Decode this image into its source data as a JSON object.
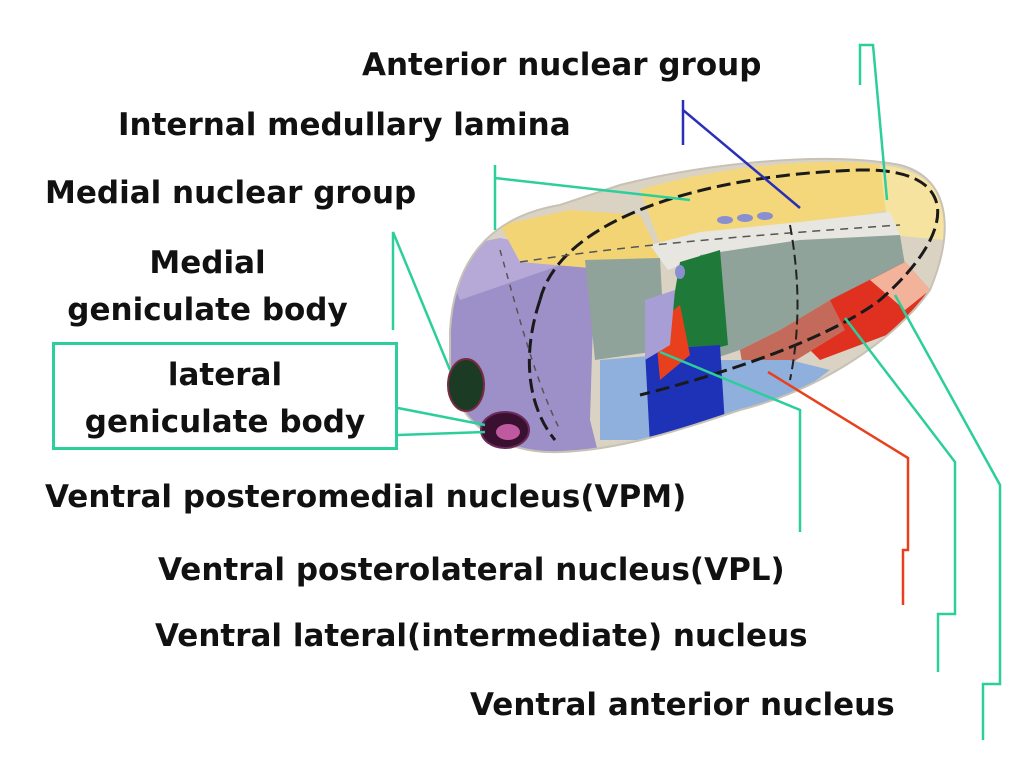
{
  "labels": {
    "anterior_nuclear_group": "Anterior nuclear group",
    "internal_medullary_lamina": "Internal medullary lamina",
    "medial_nuclear_group": "Medial nuclear group",
    "medial_geniculate_body": [
      "Medial",
      "geniculate body"
    ],
    "lateral_geniculate_body": [
      "lateral",
      "geniculate body"
    ],
    "vpm": "Ventral posteromedial nucleus(VPM)",
    "vpl": "Ventral posterolateral nucleus(VPL)",
    "ventral_lateral": "Ventral lateral(intermediate) nucleus",
    "ventral_anterior": "Ventral anterior nucleus"
  },
  "colors": {
    "leader_teal": "#2ccf9c",
    "leader_blue": "#2b2fb8",
    "leader_red": "#e8401c",
    "anterior_yellow": "#f4d77a",
    "medial_green": "#1f7a3a",
    "ventral_gray": "#8fa39a",
    "pulvinar_purple": "#9d8fc8",
    "vpm_blue": "#1e32b8",
    "vpl_lightblue": "#8fb0dc",
    "ventral_red": "#e03020"
  }
}
